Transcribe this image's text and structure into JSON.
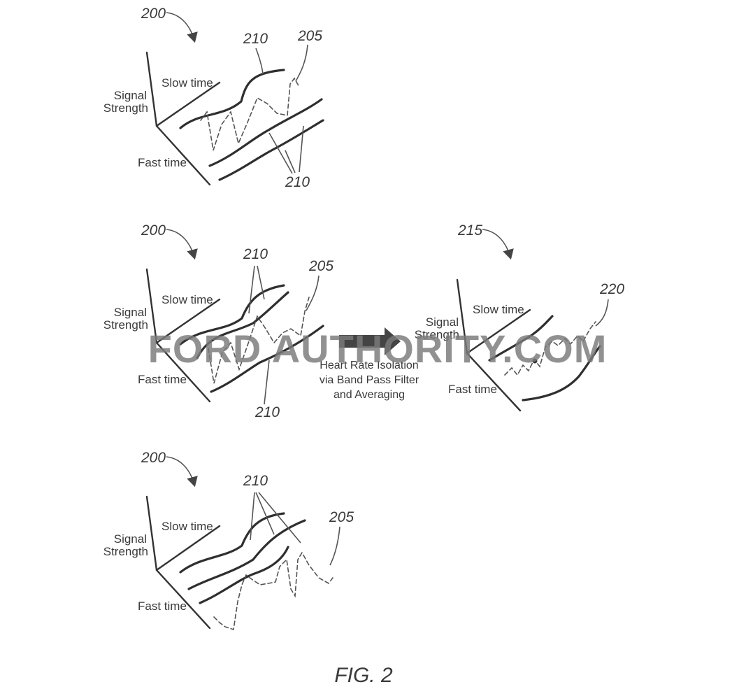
{
  "figure_caption": "FIG. 2",
  "watermark": "FORD AUTHORITY.COM",
  "axis_labels": {
    "signal_strength_1": "Signal",
    "signal_strength_2": "Strength",
    "slow_time": "Slow time",
    "fast_time": "Fast time"
  },
  "refs": {
    "plot": "200",
    "solid_curves": "210",
    "dashed_curve": "205",
    "result_plot": "215",
    "heart_signal": "220"
  },
  "process": {
    "line1": "Heart Rate Isolation",
    "line2": "via Band Pass Filter",
    "line3": "and Averaging"
  },
  "colors": {
    "ink": "#333333",
    "watermark": "#7a7a7a"
  }
}
